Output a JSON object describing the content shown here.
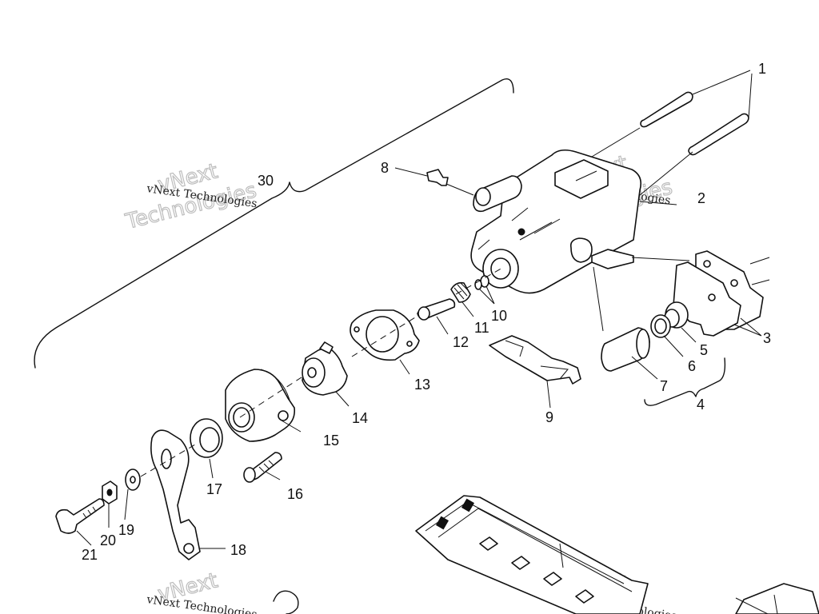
{
  "watermark": {
    "line1": "vNext",
    "line2": "Technologies",
    "small": "vNext Technologies"
  },
  "callouts": {
    "n1": "1",
    "n2": "2",
    "n3": "3",
    "n4": "4",
    "n5": "5",
    "n6": "6",
    "n7": "7",
    "n8": "8",
    "n9": "9",
    "n10": "10",
    "n11": "11",
    "n12": "12",
    "n13": "13",
    "n14": "14",
    "n15": "15",
    "n16": "16",
    "n17": "17",
    "n18": "18",
    "n19": "19",
    "n20": "20",
    "n21": "21",
    "n30": "30"
  }
}
